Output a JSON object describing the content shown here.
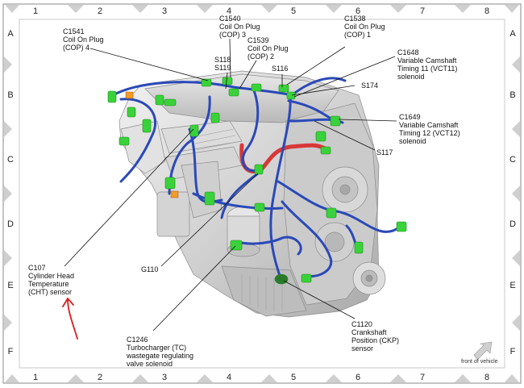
{
  "diagram": {
    "column_labels": [
      "1",
      "2",
      "3",
      "4",
      "5",
      "6",
      "7",
      "8"
    ],
    "row_labels": [
      "A",
      "B",
      "C",
      "D",
      "E",
      "F"
    ],
    "callouts": [
      {
        "id": "c1541",
        "lines": [
          "C1541",
          "Coil On Plug",
          "(COP) 4"
        ]
      },
      {
        "id": "c1540",
        "lines": [
          "C1540",
          "Coil On Plug",
          "(COP) 3"
        ]
      },
      {
        "id": "c1539",
        "lines": [
          "C1539",
          "Coil On Plug",
          "(COP) 2"
        ]
      },
      {
        "id": "c1538",
        "lines": [
          "C1538",
          "Coil On Plug",
          "(COP) 1"
        ]
      },
      {
        "id": "s118",
        "lines": [
          "S118"
        ]
      },
      {
        "id": "s119",
        "lines": [
          "S119"
        ]
      },
      {
        "id": "s116",
        "lines": [
          "S116"
        ]
      },
      {
        "id": "s174",
        "lines": [
          "S174"
        ]
      },
      {
        "id": "c1648",
        "lines": [
          "C1648",
          "Variable Camshaft",
          "Timing 11 (VCT11)",
          "solenoid"
        ]
      },
      {
        "id": "c1649",
        "lines": [
          "C1649",
          "Variable Camshaft",
          "Timing 12 (VCT12)",
          "solenoid"
        ]
      },
      {
        "id": "s117",
        "lines": [
          "S117"
        ]
      },
      {
        "id": "c107",
        "lines": [
          "C107",
          "Cylinder Head",
          "Temperature",
          "(CHT) sensor"
        ]
      },
      {
        "id": "g110",
        "lines": [
          "G110"
        ]
      },
      {
        "id": "c1246",
        "lines": [
          "C1246",
          "Turbocharger (TC)",
          "wastegate regulating",
          "valve solenoid"
        ]
      },
      {
        "id": "c1120",
        "lines": [
          "C1120",
          "Crankshaft",
          "Position (CKP)",
          "sensor"
        ]
      }
    ],
    "front_of_vehicle": "front of vehicle",
    "colors": {
      "harness": "#2a49b8",
      "connector": "#3ad23a",
      "hose": "#d83838",
      "engine": "#d2d2d2",
      "annotation": "#d81e1e",
      "frame_tab": "#cfcfcf"
    }
  }
}
